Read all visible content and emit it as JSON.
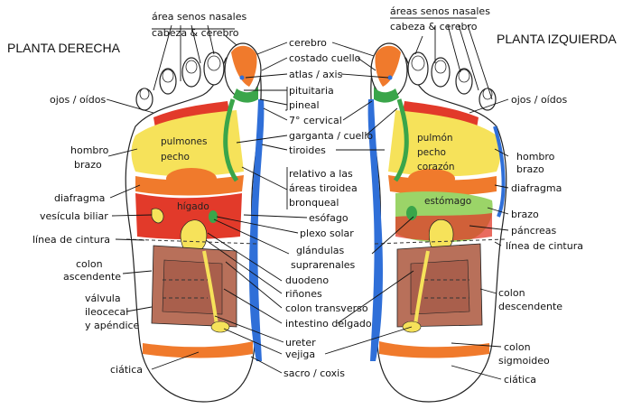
{
  "titles": {
    "right": "PLANTA DERECHA",
    "left": "PLANTA IZQUIERDA",
    "top_left_1": "área senos nasales",
    "top_left_2": "cabeza & cerebro",
    "top_right_1": "áreas senos nasales",
    "top_right_2": "cabeza & cerebro"
  },
  "center_labels": {
    "cerebro": "cerebro",
    "costado_cuello": "costado cuello",
    "atlas": "atlas / axis",
    "pituitaria": "pituitaria",
    "pineal": "pineal",
    "cervical": "7° cervical",
    "garganta": "garganta / cuello",
    "tiroides": "tiroides",
    "relativo_1": "relativo a las",
    "relativo_2": "áreas tiroidea",
    "relativo_3": "bronqueal",
    "esofago": "esófago",
    "plexo": "plexo solar",
    "glandulas": "glándulas",
    "suprarrenales": "suprarenales",
    "duodeno": "duodeno",
    "rinones": "riñones",
    "colon_transverso": "colon transverso",
    "intestino": "intestino delgado",
    "ureter": "ureter",
    "vejiga": "vejiga",
    "sacro": "sacro / coxis"
  },
  "right_foot_labels": {
    "ojos": "ojos / oídos",
    "hombro": "hombro",
    "brazo": "brazo",
    "diafragma": "diafragma",
    "vesicula": "vesícula biliar",
    "cintura": "línea de cintura",
    "colon_1": "colon",
    "colon_2": "ascendente",
    "valvula_1": "válvula",
    "valvula_2": "ileocecal",
    "valvula_3": "y apéndice",
    "ciatica": "ciática"
  },
  "left_foot_labels": {
    "ojos": "ojos / oídos",
    "hombro": "hombro",
    "brazo_top": "brazo",
    "diafragma": "diafragma",
    "brazo": "brazo",
    "pancreas": "páncreas",
    "cintura": "línea de cintura",
    "colon_1": "colon",
    "colon_2": "descendente",
    "sigmo_1": "colon",
    "sigmo_2": "sigmoideo",
    "ciatica": "ciática"
  },
  "inner_labels": {
    "pulmones_1": "pulmones",
    "pulmones_2": "pecho",
    "higado": "hígado",
    "pulmon_1": "pulmón",
    "pulmon_2": "pecho",
    "pulmon_3": "corazón",
    "estomago": "estómago"
  },
  "colors": {
    "orange": "#f07a2c",
    "red": "#e23a2a",
    "yellow": "#f6e25a",
    "blue": "#2f6fd8",
    "green": "#3aa54a",
    "lightgreen": "#9bd468",
    "brown": "#b8705a"
  }
}
